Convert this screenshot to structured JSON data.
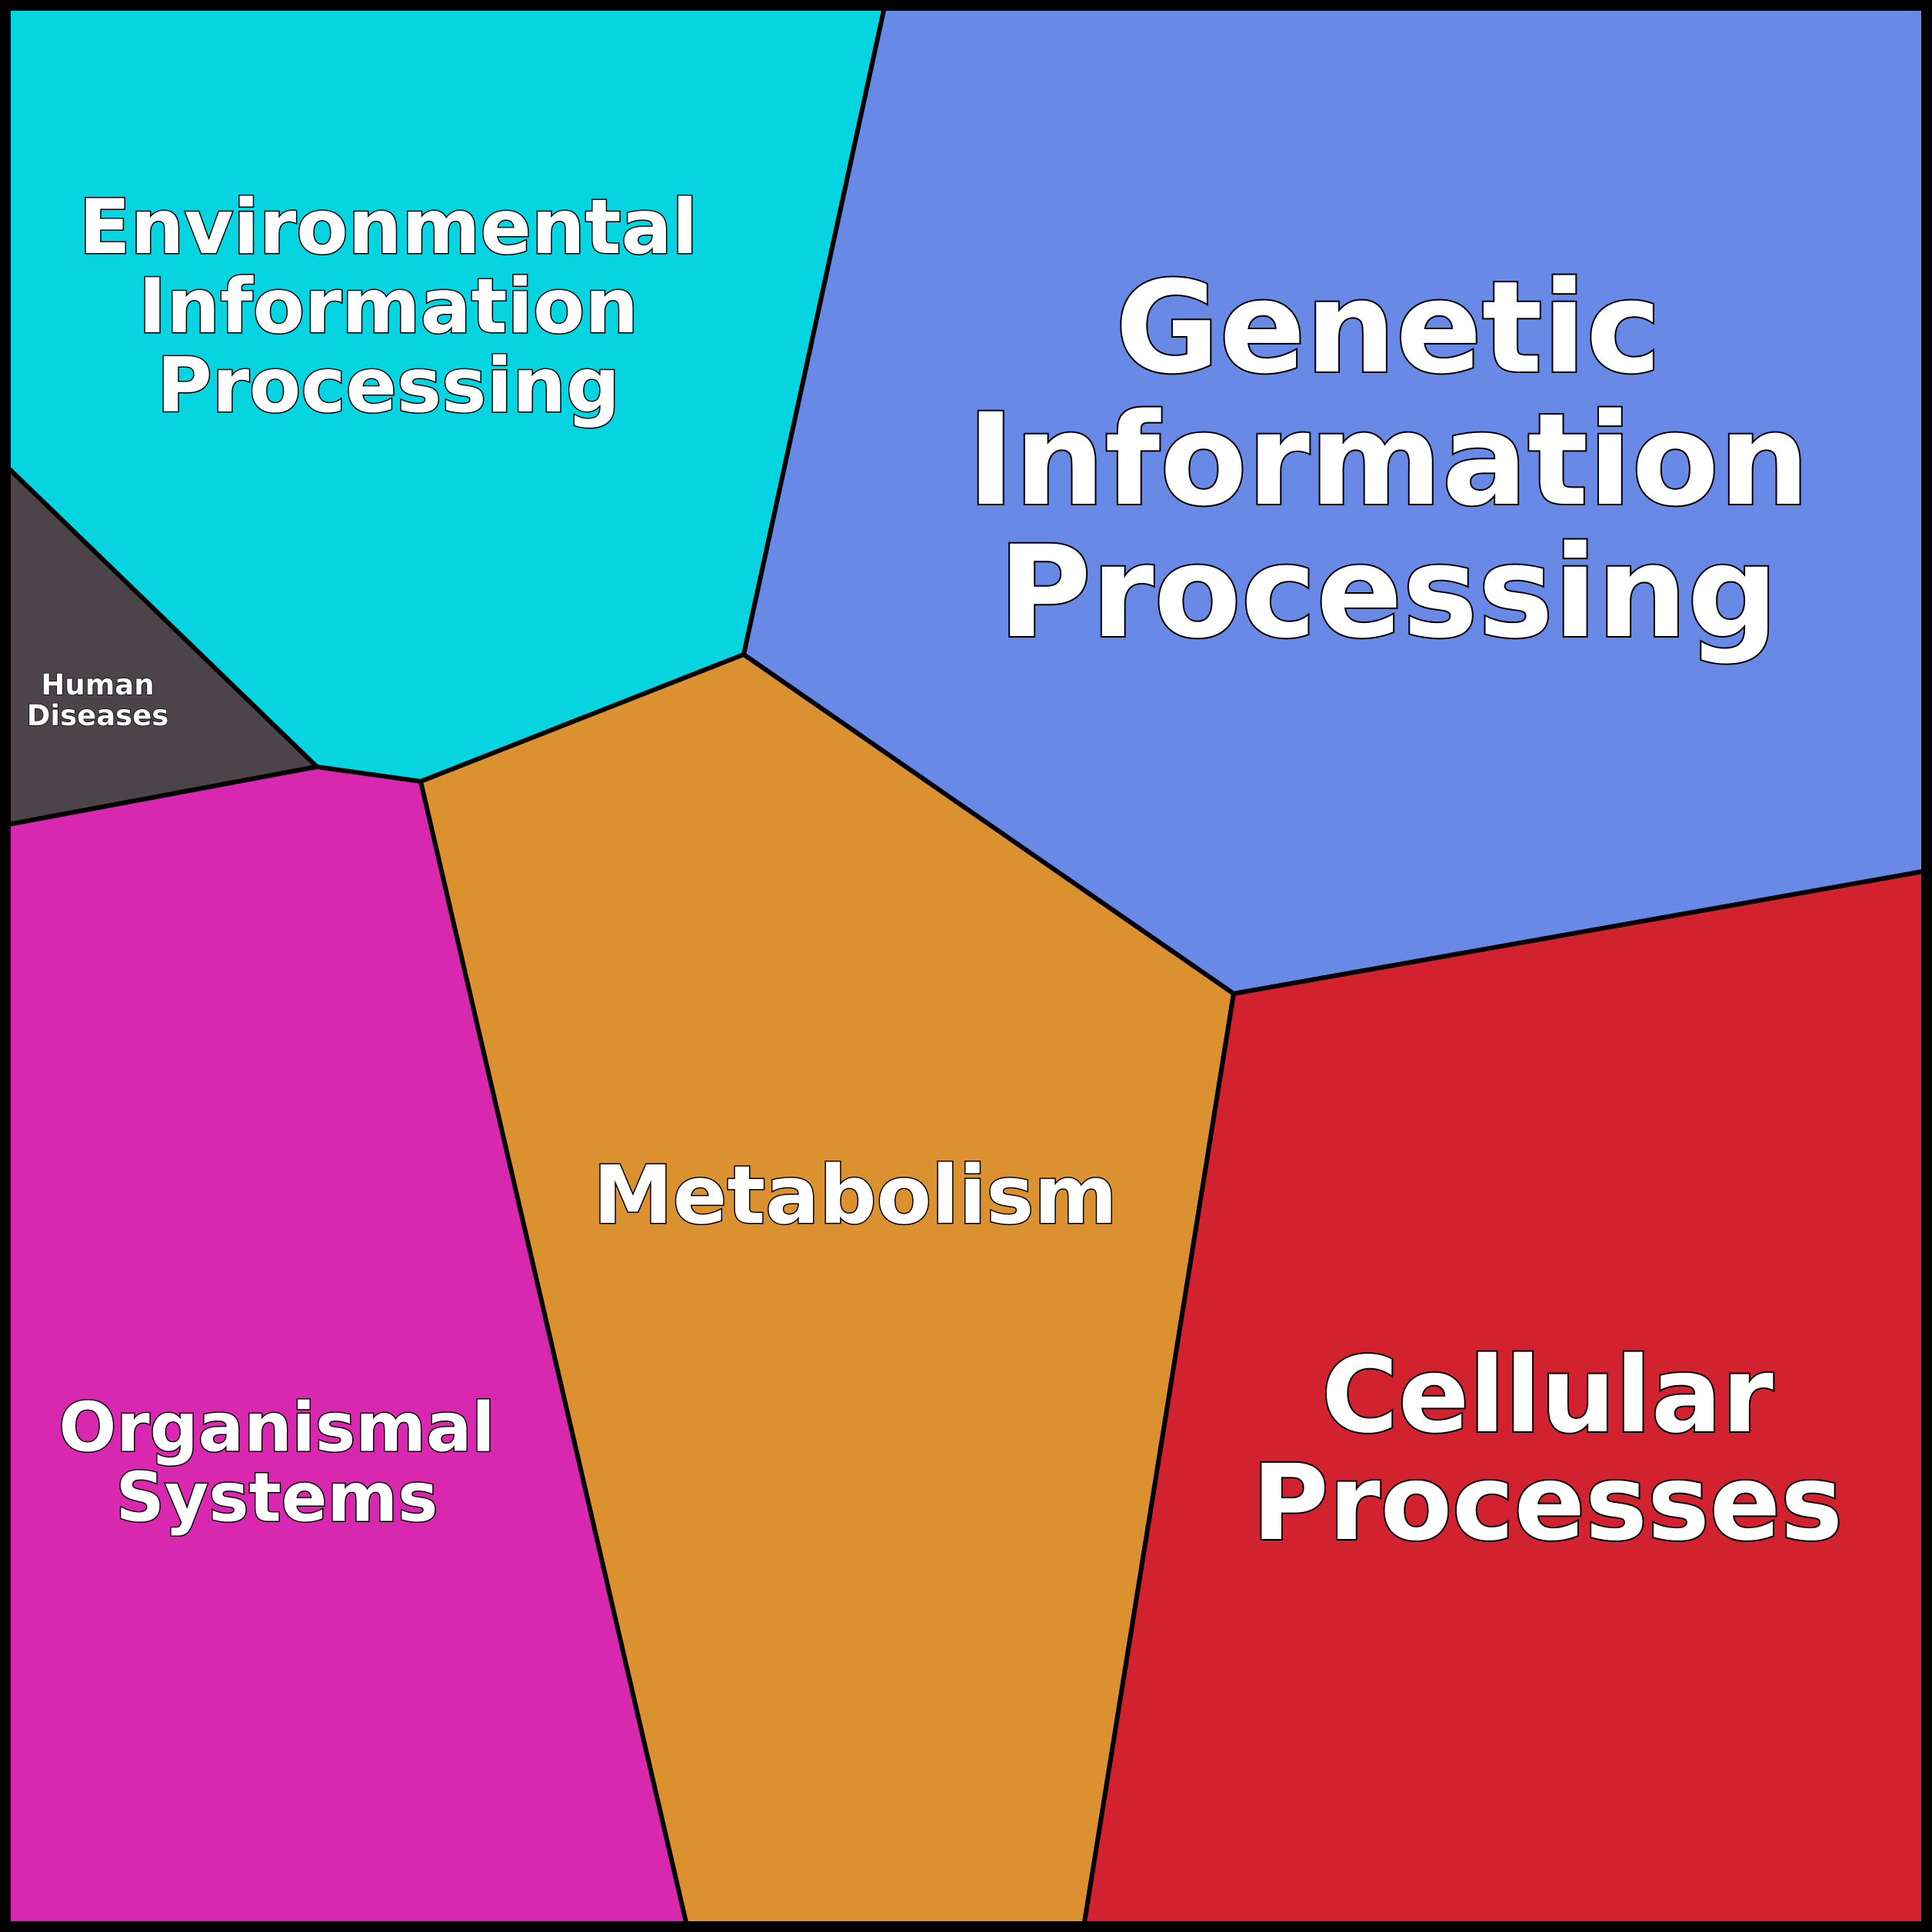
{
  "diagram": {
    "cells": [
      {
        "id": "environmental-information-processing",
        "lines": [
          "Environmental",
          "Information",
          "Processing"
        ],
        "color": "#06D4E0"
      },
      {
        "id": "genetic-information-processing",
        "lines": [
          "Genetic",
          "Information",
          "Processing"
        ],
        "color": "#6889E5"
      },
      {
        "id": "human-diseases",
        "lines": [
          "Human",
          "Diseases"
        ],
        "color": "#4C4449"
      },
      {
        "id": "organismal-systems",
        "lines": [
          "Organismal",
          "Systems"
        ],
        "color": "#D928B0"
      },
      {
        "id": "metabolism",
        "lines": [
          "Metabolism"
        ],
        "color": "#DB9130"
      },
      {
        "id": "cellular-processes",
        "lines": [
          "Cellular",
          "Processes"
        ],
        "color": "#D22230"
      }
    ],
    "border_color": "#000000",
    "label_color": "#FFFFFF"
  }
}
